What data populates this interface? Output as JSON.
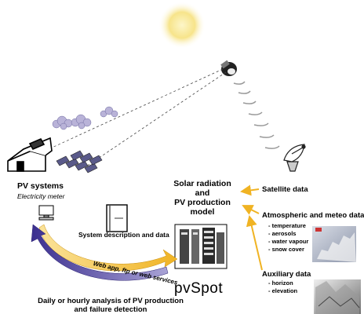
{
  "pv": {
    "title": "PV systems",
    "meter": "Electricity meter"
  },
  "model": {
    "line1": "Solar radiation",
    "line2": "and",
    "line3": "PV production",
    "line4": "model"
  },
  "inputs": {
    "satellite": "Satellite data",
    "atmospheric": {
      "title": "Atmospheric and meteo data",
      "items": [
        "temperature",
        "aerosols",
        "water vapour",
        "snow cover"
      ]
    },
    "auxiliary": {
      "title": "Auxiliary data",
      "items": [
        "horizon",
        "elevation"
      ]
    }
  },
  "flows": {
    "system_description": "System description and data",
    "web": "Web app, ftp or web services"
  },
  "brand": "pvSpot",
  "output": {
    "line1": "Daily or hourly analysis of PV production",
    "line2": "and failure detection"
  },
  "colors": {
    "arrow_gold": "#f0b323",
    "arrow_purple": "#3b2f8f",
    "sun": "#f7e48a"
  }
}
